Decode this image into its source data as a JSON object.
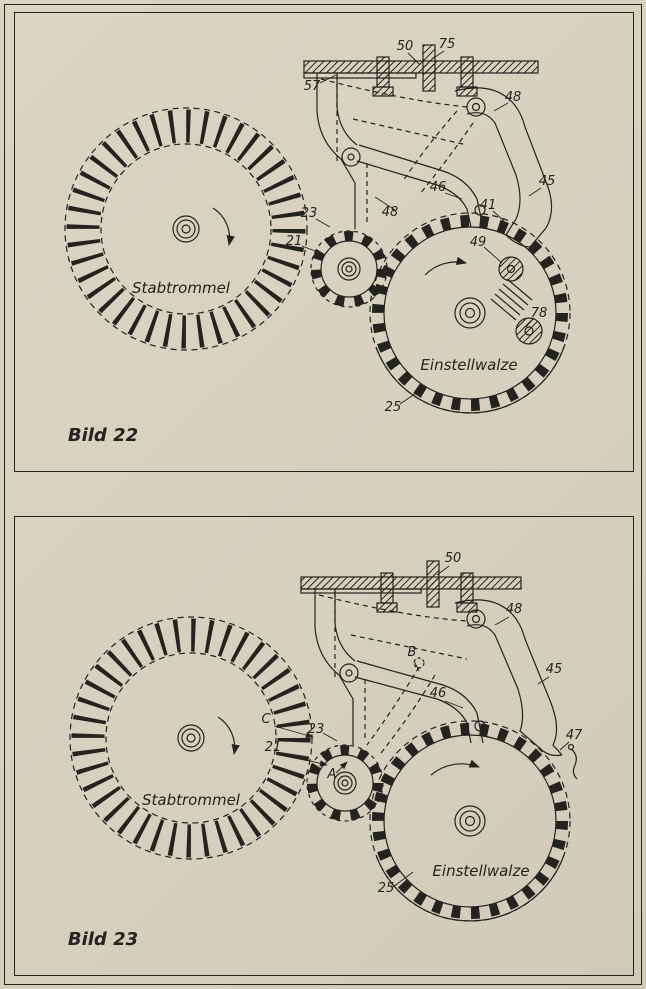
{
  "page": {
    "paper_color": "#d8d2c1",
    "ink_color": "#23231f"
  },
  "figures": [
    {
      "caption": "Bild 22",
      "drum_label": "Stabtrommel",
      "roller_label": "Einstellwalze",
      "labels": {
        "l50": "50",
        "l75": "75",
        "l57": "57",
        "l48_top": "48",
        "l45": "45",
        "l46": "46",
        "l41": "41",
        "l49": "49",
        "l48_left": "48",
        "l23": "23",
        "l21": "21",
        "l78": "78",
        "l25": "25"
      }
    },
    {
      "caption": "Bild 23",
      "drum_label": "Stabtrommel",
      "roller_label": "Einstellwalze",
      "labels": {
        "l50": "50",
        "l48": "48",
        "l45": "45",
        "l46": "46",
        "l47": "47",
        "lB": "B",
        "lC": "C",
        "l23": "23",
        "l21": "21",
        "lA": "A",
        "l25": "25"
      }
    }
  ]
}
